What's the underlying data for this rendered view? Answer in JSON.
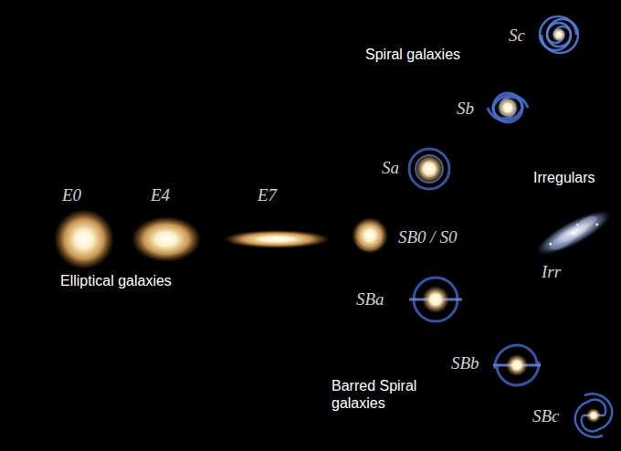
{
  "diagram": {
    "labels": [
      "Spiral galaxies",
      "Sc",
      "Sb",
      "Sa",
      "Irregulars",
      "E0",
      "E4",
      "E7",
      "SB0 / S0",
      "Irr",
      "Elliptical galaxies",
      "SBa",
      "SBb",
      "Barred Spiral galaxies",
      "SBc"
    ]
  }
}
